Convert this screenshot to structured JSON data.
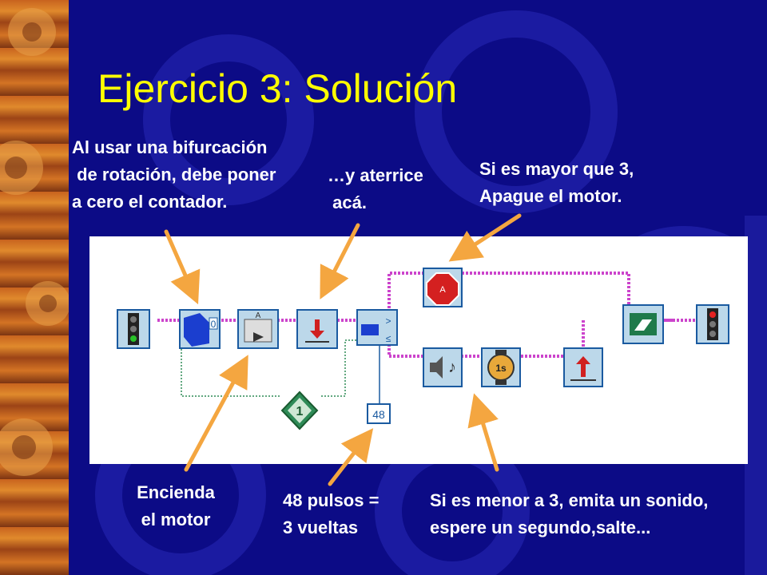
{
  "slide": {
    "title": "Ejercicio 3: Solución"
  },
  "captions": {
    "reset": [
      "Al usar una bifurcación",
      " de rotación, debe poner",
      "a cero el contador."
    ],
    "land": [
      "…y aterrice",
      " acá."
    ],
    "greater": [
      "Si es mayor que 3,",
      "Apague el motor."
    ],
    "motor_on": [
      "Encienda",
      "el motor"
    ],
    "pulses": [
      "48 pulsos =",
      "3 vueltas"
    ],
    "less": [
      "Si es menor a 3, emita un sonido,",
      "espere un segundo,salte..."
    ]
  },
  "program": {
    "loop_count": "1",
    "sensor_value": "48",
    "wait_label": "1s",
    "stop_label": "A",
    "counter_label": "0",
    "fork_top": ">",
    "fork_bottom": "≤"
  },
  "colors": {
    "background": "#0c0b86",
    "title": "#ffff00",
    "caption": "#ffffff",
    "arrow": "#f4a640",
    "wire": "#cc44cc",
    "block_fill": "#bcd8ea",
    "block_border": "#1a5aa0"
  }
}
